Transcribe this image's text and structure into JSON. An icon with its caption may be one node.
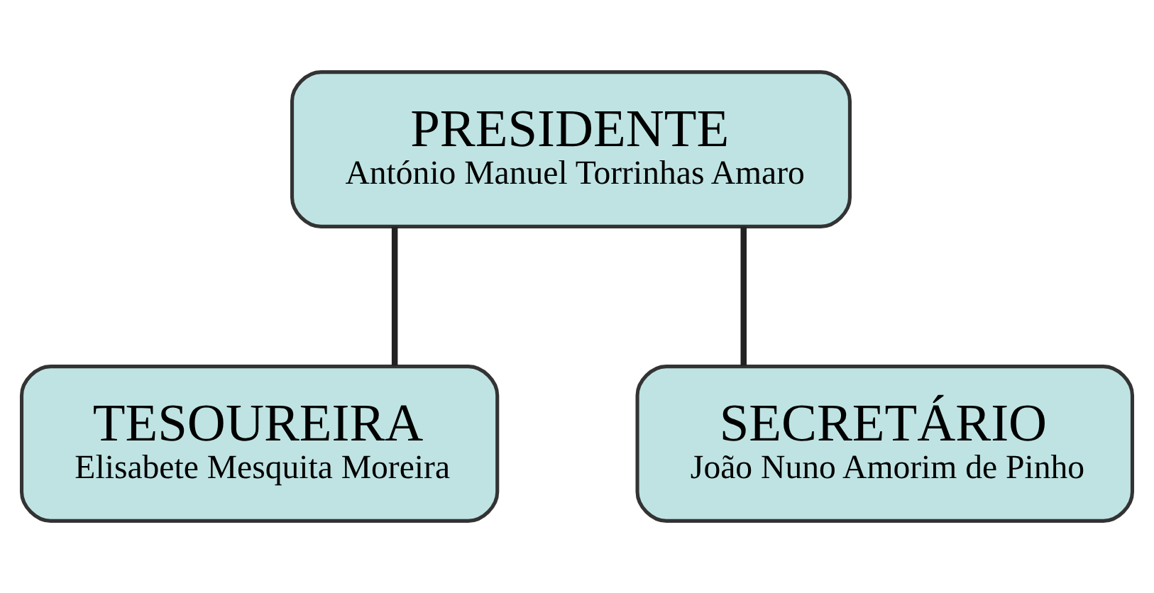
{
  "diagram": {
    "nodes": [
      {
        "text": [
          "PRESIDENTE",
          "António Manuel Torrinhas Amaro"
        ]
      },
      {
        "text": [
          "TESOUREIRA",
          "Elisabete Mesquita Moreira"
        ]
      },
      {
        "text": [
          "SECRETÁRIO",
          "João Nuno Amorim de Pinho"
        ]
      }
    ],
    "edges": [
      {
        "from": 0,
        "to": 1,
        "arrow": "none"
      },
      {
        "from": 0,
        "to": 2,
        "arrow": "none"
      }
    ]
  }
}
